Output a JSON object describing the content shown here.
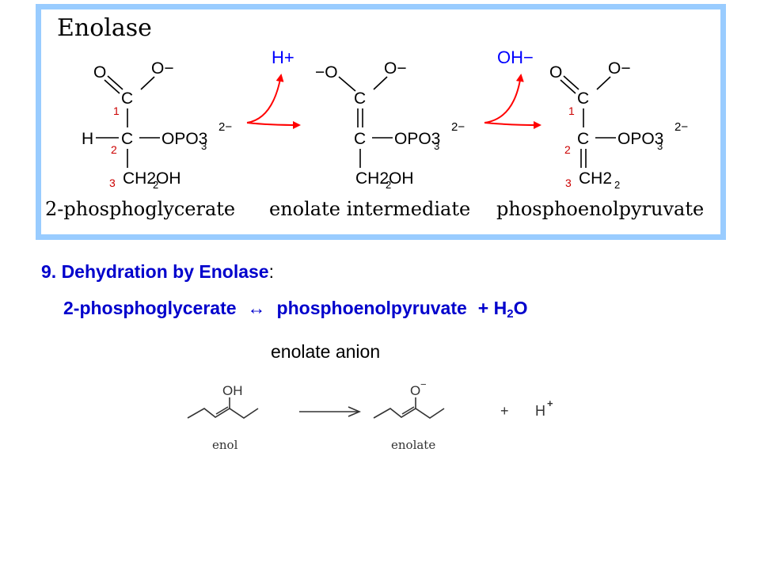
{
  "panel": {
    "title": "Enolase",
    "captions": [
      "2-phosphoglycerate",
      "enolate intermediate",
      "phosphoenolpyruvate"
    ],
    "arrow_products": [
      "H+",
      "OH−"
    ],
    "structures": [
      {
        "name": "2-phosphoglycerate",
        "atoms": [
          "O",
          "O−",
          "C",
          "H",
          "C",
          "OPO3",
          "2−",
          "CH2OH"
        ],
        "carbon_numbers": [
          "1",
          "2",
          "3"
        ]
      },
      {
        "name": "enolate intermediate",
        "atoms": [
          "−O",
          "O−",
          "C",
          "C",
          "OPO3",
          "2−",
          "CH2OH"
        ]
      },
      {
        "name": "phosphoenolpyruvate",
        "atoms": [
          "O",
          "O−",
          "C",
          "C",
          "OPO3",
          "2−",
          "CH2"
        ],
        "carbon_numbers": [
          "1",
          "2",
          "3"
        ]
      }
    ]
  },
  "slide": {
    "title_text": "9. Dehydration by Enolase",
    "title_colon": ":",
    "equation": {
      "reactant": "2-phosphoglycerate",
      "arrow": "↔",
      "product": "phosphoenolpyruvate",
      "plus": "+",
      "water_h": "H",
      "water_sub": "2",
      "water_o": "O"
    },
    "enolate_anion_label": "enolate anion"
  },
  "enol_scheme": {
    "enol_group": "OH",
    "enolate_group": "O",
    "enolate_charge": "−",
    "enol_label": "enol",
    "enolate_label": "enolate",
    "plus": "+",
    "proton": "H",
    "proton_charge": "+"
  },
  "colors": {
    "panel_border": "#99ccff",
    "title_blue": "#0000cc",
    "arrow_red": "#ff0000",
    "number_red": "#cc0000",
    "ion_blue": "#0000ff"
  }
}
